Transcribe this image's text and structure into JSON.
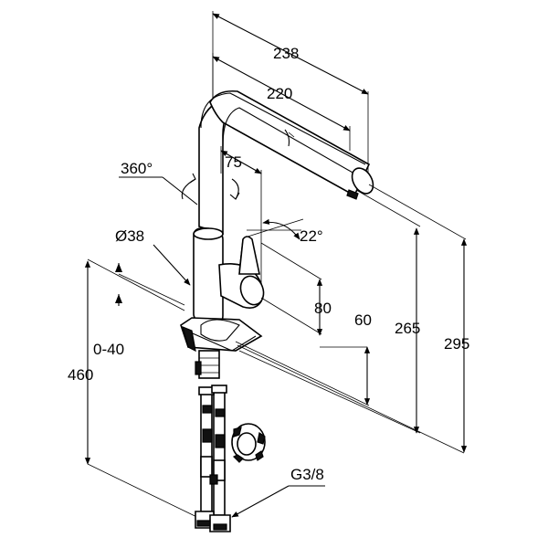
{
  "diagram": {
    "labels": {
      "width_total": "238",
      "width_spout": "220",
      "rotation": "360°",
      "dim_75": "75",
      "diameter": "Ø38",
      "angle": "22°",
      "dim_80": "80",
      "dim_60": "60",
      "height_265": "265",
      "height_295": "295",
      "range_0_40": "0-40",
      "dim_460": "460",
      "thread": "G3/8"
    },
    "colors": {
      "line": "#000000",
      "background": "#ffffff"
    }
  }
}
